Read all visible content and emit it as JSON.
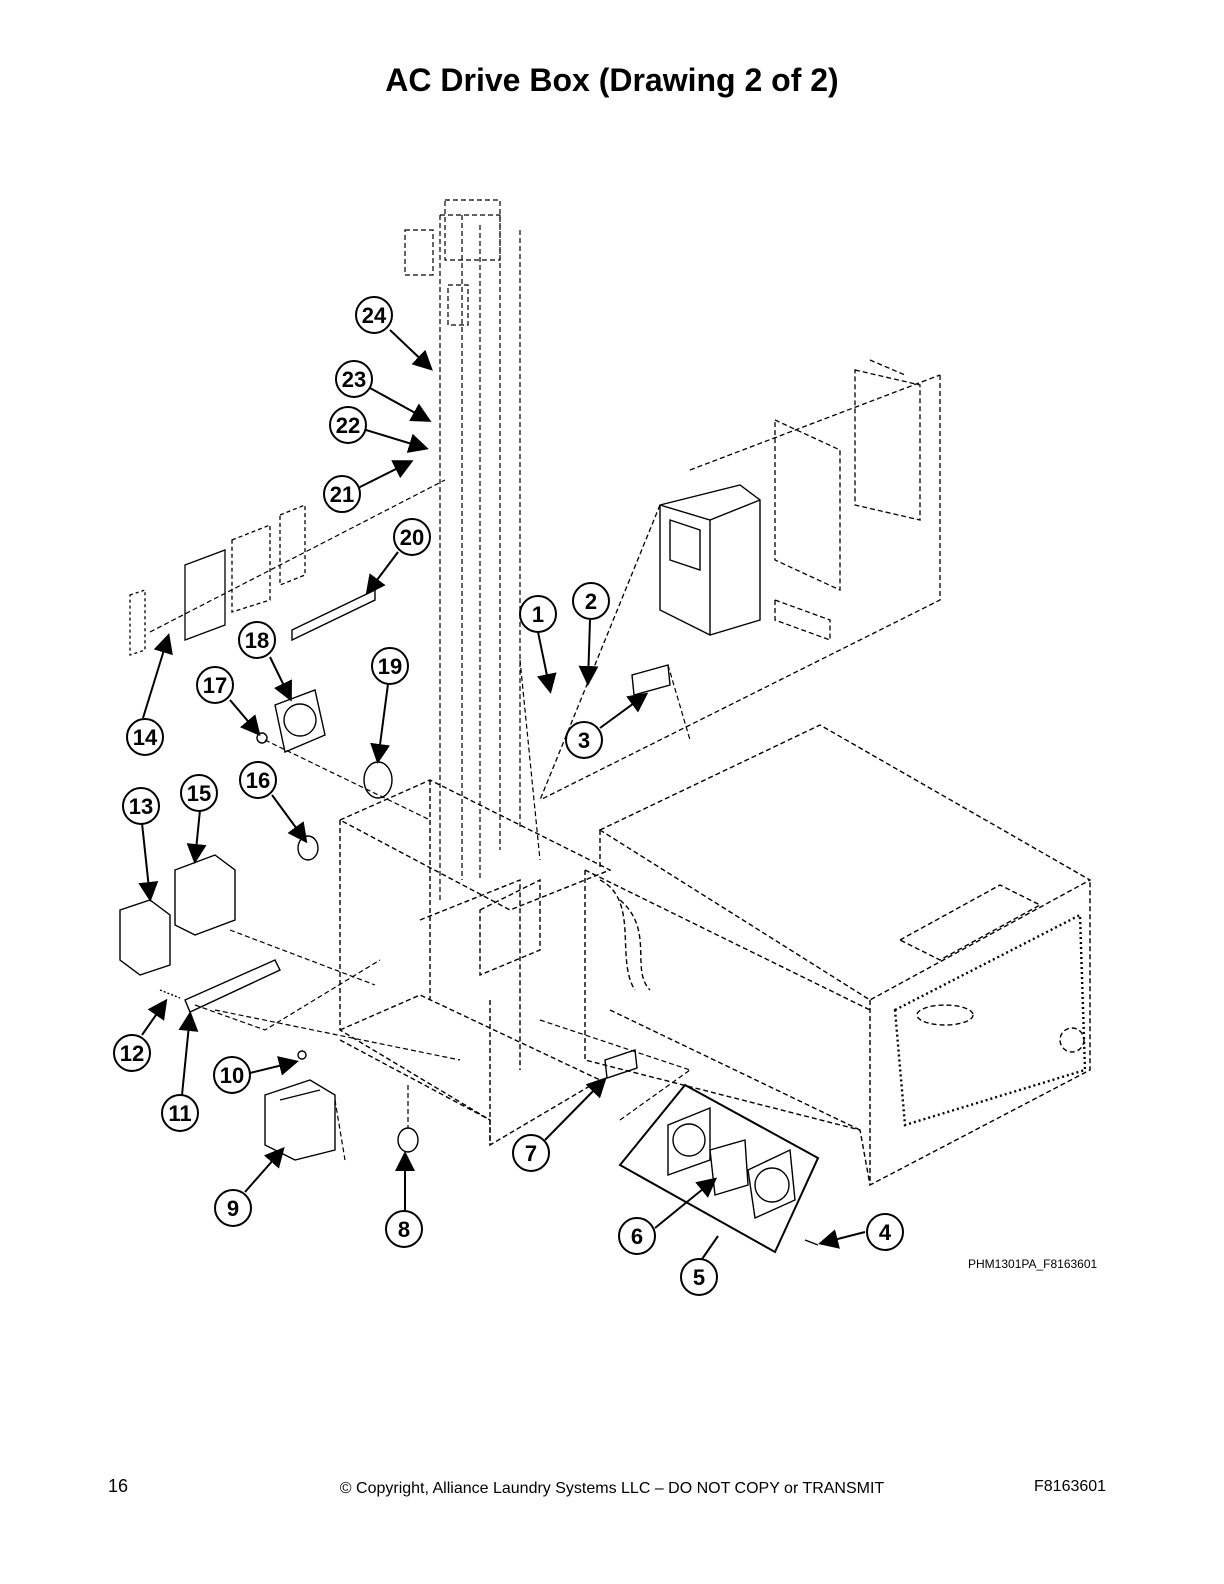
{
  "title": "AC Drive Box (Drawing 2 of 2)",
  "drawing_id": "PHM1301PA_F8163601",
  "footer": {
    "page_number": "16",
    "copyright": "© Copyright, Alliance Laundry Systems LLC – DO NOT COPY or TRANSMIT",
    "doc_id": "F8163601"
  },
  "callouts": [
    "1",
    "2",
    "3",
    "4",
    "5",
    "6",
    "7",
    "8",
    "9",
    "10",
    "11",
    "12",
    "13",
    "14",
    "15",
    "16",
    "17",
    "18",
    "19",
    "20",
    "21",
    "22",
    "23",
    "24"
  ]
}
